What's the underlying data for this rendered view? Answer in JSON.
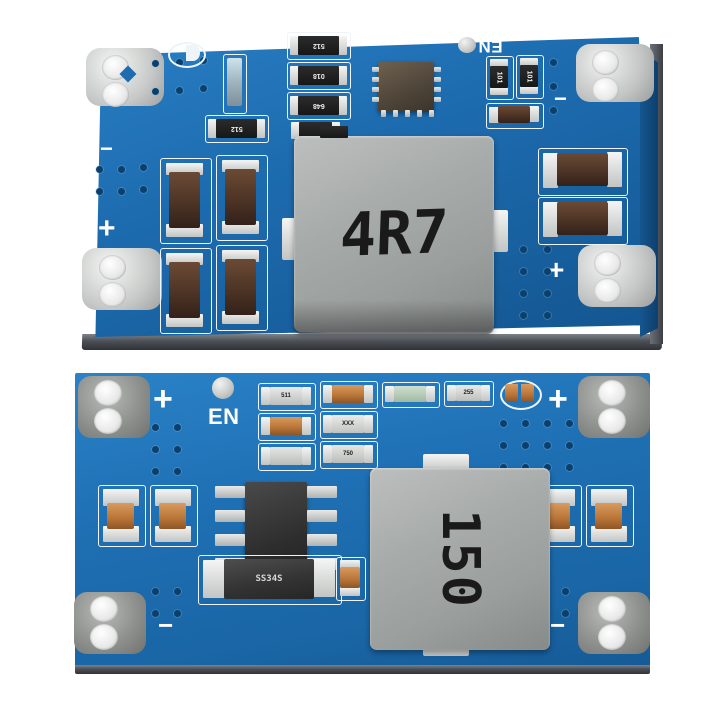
{
  "scene": {
    "background_color": "#ffffff",
    "description": "Two blue PCB DC-DC buck converter modules photographed on white background",
    "item_count": 2
  },
  "colors": {
    "pcb_blue": "#1f6fb4",
    "pcb_blue_light": "#2b82c7",
    "silkscreen_white": "#ffffff",
    "pad_silver": "#d8dad8",
    "inductor_gray": "#a7abaa",
    "ic_black": "#2e2e2e",
    "cap_brown": "#4a3224",
    "background": "#ffffff"
  },
  "boards": [
    {
      "id": "board-top",
      "name": "buck-converter-module-top",
      "orientation": "angled",
      "silkscreen": {
        "enable_label": "EN",
        "plus_left": "+",
        "minus_left": "−",
        "plus_right": "+",
        "minus_right": "−"
      },
      "inductor": {
        "name": "power-inductor",
        "marking": "4R7",
        "value": "4.7 µH",
        "color": "#a7abaa"
      },
      "ic": {
        "name": "regulator-ic",
        "package": "QFN",
        "marking": ""
      },
      "resistors": [
        {
          "marking": "512"
        },
        {
          "marking": "018"
        },
        {
          "marking": "648"
        },
        {
          "marking": "512"
        },
        {
          "marking": "101"
        },
        {
          "marking": "101"
        }
      ],
      "capacitors_input": 4,
      "capacitors_output": 2,
      "mounting_holes": 4
    },
    {
      "id": "board-bottom",
      "name": "buck-converter-module-bottom",
      "orientation": "flat",
      "silkscreen": {
        "enable_label": "EN",
        "plus_left": "+",
        "minus_left": "−",
        "plus_right": "+",
        "minus_right": "−"
      },
      "inductor": {
        "name": "power-inductor",
        "marking": "150",
        "value": "15 µH",
        "color": "#a7abaa"
      },
      "ic": {
        "name": "regulator-ic",
        "package": "SOP-8",
        "marking": ""
      },
      "diode": {
        "name": "schottky-diode",
        "marking": "SS34S",
        "package": "SMA"
      },
      "resistors": [
        {
          "marking": "511"
        },
        {
          "marking": ""
        },
        {
          "marking": ""
        },
        {
          "marking": "XXX"
        },
        {
          "marking": ""
        },
        {
          "marking": "750"
        },
        {
          "marking": ""
        },
        {
          "marking": "255"
        }
      ],
      "capacitors_input": 4,
      "capacitors_output": 4,
      "mounting_holes": 4
    }
  ]
}
